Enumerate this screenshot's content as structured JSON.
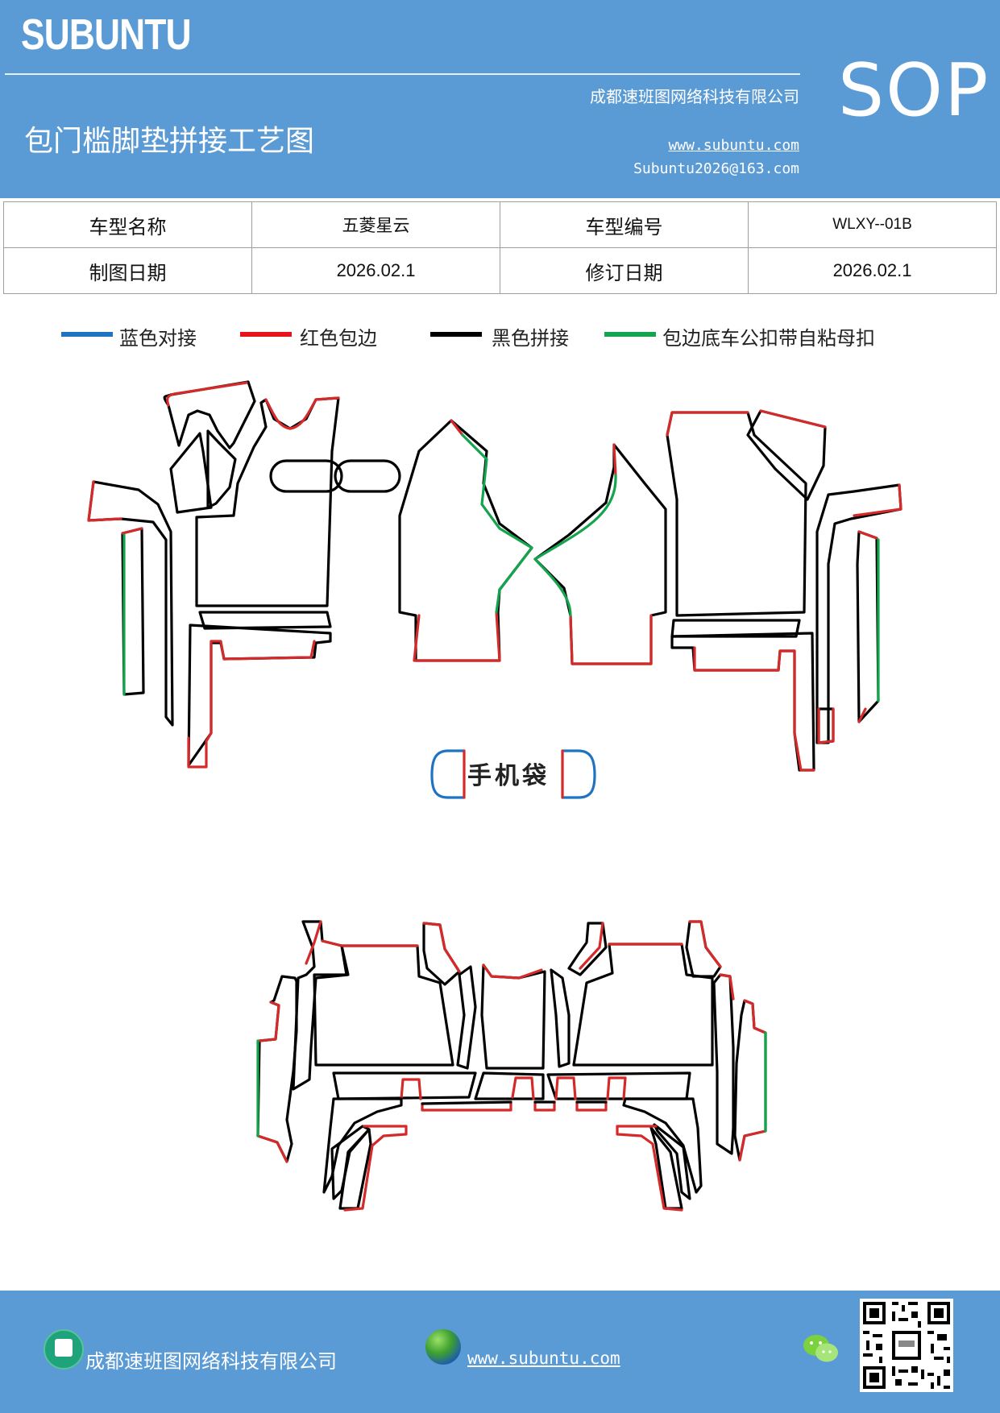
{
  "header": {
    "brand": "SUBUNTU",
    "sop": "SOP",
    "company": "成都速班图网络科技有限公司",
    "title": "包门槛脚垫拼接工艺图",
    "website": "www.subuntu.com",
    "email": "Subuntu2026@163.com",
    "bg_color": "#5b9bd5"
  },
  "info_table": {
    "rows": [
      [
        "车型名称",
        "五菱星云",
        "车型编号",
        "WLXY--01B"
      ],
      [
        "制图日期",
        "2026.02.1",
        "修订日期",
        "2026.02.1"
      ]
    ]
  },
  "legend": [
    {
      "label": "蓝色对接",
      "color": "#1f73c0"
    },
    {
      "label": "红色包边",
      "color": "#e8141c"
    },
    {
      "label": "黑色拼接",
      "color": "#000000"
    },
    {
      "label": "包边底车公扣带自粘母扣",
      "color": "#14a44d"
    }
  ],
  "diagram": {
    "phone_bag_label": "手机袋"
  },
  "footer": {
    "company": "成都速班图网络科技有限公司",
    "website": "www.subuntu.com",
    "icons": [
      "building-icon",
      "globe-icon",
      "wechat-icon",
      "qr-code"
    ]
  }
}
